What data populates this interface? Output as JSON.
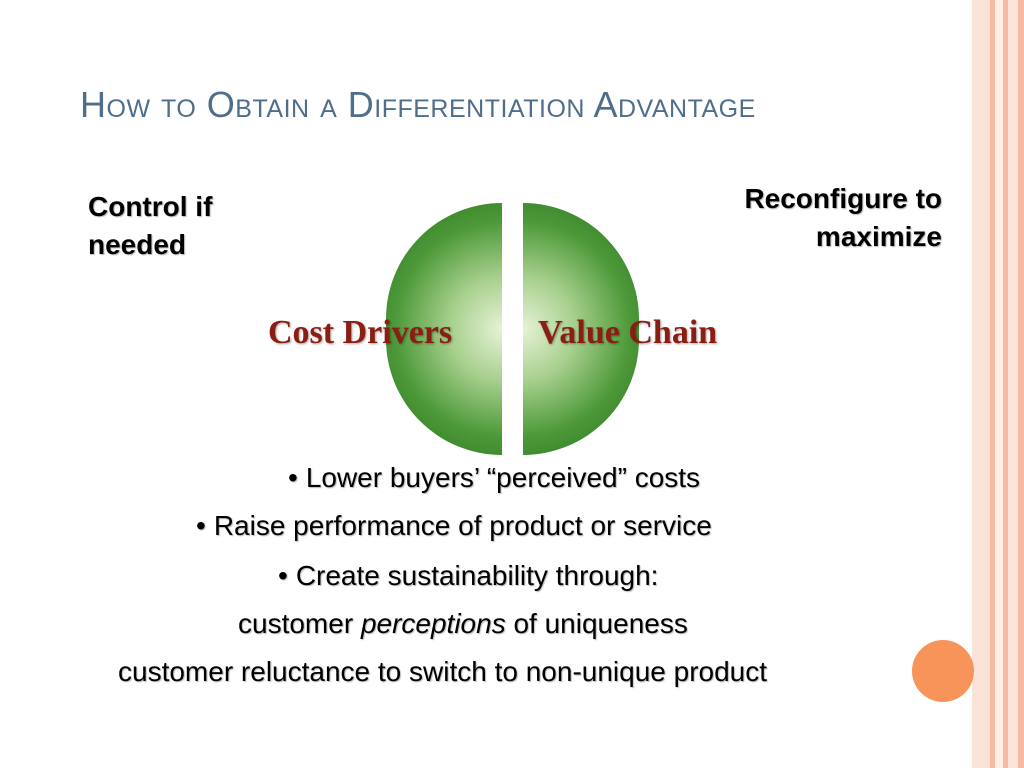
{
  "slide": {
    "title": "How to Obtain a Differentiation Advantage",
    "note_left": "Control if needed",
    "note_right": "Reconfigure to maximize",
    "circle_labels": {
      "left": "Cost Drivers",
      "right": "Value Chain"
    },
    "bullets": [
      "Lower buyers’ “perceived” costs",
      "Raise performance of product or service",
      "Create sustainability through:"
    ],
    "sub_lines": {
      "line1_before": "customer ",
      "line1_italic": "perceptions",
      "line1_after": " of uniqueness",
      "line2": "customer reluctance to switch to non-unique product"
    },
    "bullet_symbol": "•"
  },
  "colors": {
    "title": "#4f6e8c",
    "circle_label": "#8b1e12",
    "accent_circle": "#f8945a",
    "stripe_light": "#fbe3d8",
    "stripe_dark": "#f6b9a1"
  }
}
